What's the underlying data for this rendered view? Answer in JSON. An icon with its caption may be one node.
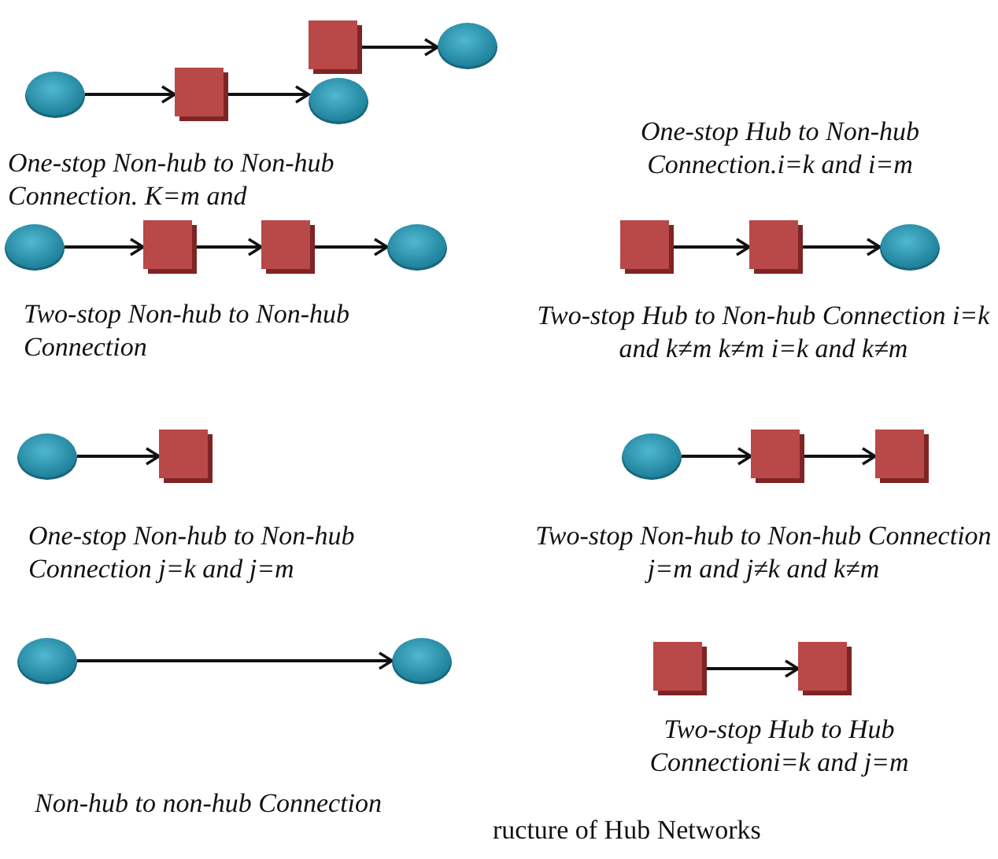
{
  "diagram": {
    "caption": "ructure of Hub Networks",
    "nodes": [
      {
        "text": [],
        "shape": "circle"
      },
      {
        "text": [],
        "shape": "box"
      },
      {
        "text": [],
        "shape": "box"
      },
      {
        "text": [],
        "shape": "circle"
      },
      {
        "text": [],
        "shape": "circle"
      },
      {
        "text": [],
        "shape": "circle"
      },
      {
        "text": [],
        "shape": "box"
      },
      {
        "text": [],
        "shape": "box"
      },
      {
        "text": [],
        "shape": "circle"
      },
      {
        "text": [],
        "shape": "box"
      },
      {
        "text": [],
        "shape": "box"
      },
      {
        "text": [],
        "shape": "circle"
      },
      {
        "text": [],
        "shape": "circle"
      },
      {
        "text": [],
        "shape": "box"
      },
      {
        "text": [],
        "shape": "circle"
      },
      {
        "text": [],
        "shape": "box"
      },
      {
        "text": [],
        "shape": "box"
      },
      {
        "text": [],
        "shape": "circle"
      },
      {
        "text": [],
        "shape": "circle"
      },
      {
        "text": [],
        "shape": "box"
      },
      {
        "text": [],
        "shape": "box"
      }
    ],
    "edges": [
      {
        "from": 0,
        "to": 1,
        "arrow": "to"
      },
      {
        "from": 1,
        "to": 3,
        "arrow": "to"
      },
      {
        "from": 2,
        "to": 4,
        "arrow": "to"
      },
      {
        "from": 5,
        "to": 6,
        "arrow": "to"
      },
      {
        "from": 6,
        "to": 7,
        "arrow": "to"
      },
      {
        "from": 7,
        "to": 8,
        "arrow": "to"
      },
      {
        "from": 9,
        "to": 10,
        "arrow": "to"
      },
      {
        "from": 10,
        "to": 11,
        "arrow": "to"
      },
      {
        "from": 12,
        "to": 13,
        "arrow": "to"
      },
      {
        "from": 14,
        "to": 15,
        "arrow": "to"
      },
      {
        "from": 15,
        "to": 16,
        "arrow": "to"
      },
      {
        "from": 17,
        "to": 18,
        "arrow": "to"
      },
      {
        "from": 19,
        "to": 20,
        "arrow": "to"
      }
    ],
    "labels": [
      "One-stop Non-hub to Non-hub Connection. K=m and",
      "One-stop Hub to Non-hub Connection.i=k and i=m",
      "Two-stop Non-hub to Non-hub Connection",
      "Two-stop Hub to Non-hub Connection i=k and k≠m k≠m i=k and k≠m",
      "One-stop Non-hub to Non-hub Connection j=k and j=m",
      "Two-stop Non-hub to Non-hub Connection j=m and j≠k and k≠m",
      "Two-stop Hub to Hub Connectioni=k and j=m",
      "Non-hub to non-hub Connection"
    ]
  }
}
